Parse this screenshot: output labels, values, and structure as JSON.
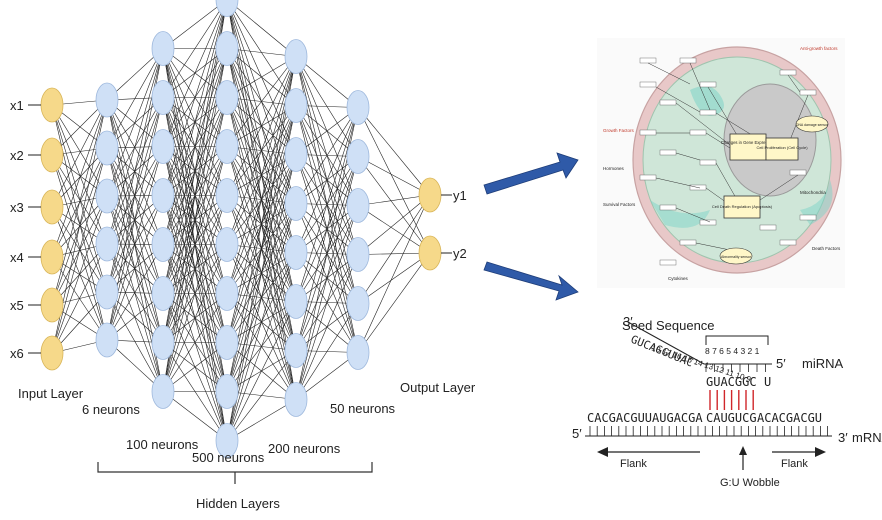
{
  "network": {
    "inputs": [
      "x1",
      "x2",
      "x3",
      "x4",
      "x5",
      "x6"
    ],
    "outputs": [
      "y1",
      "y2"
    ],
    "layer_labels": {
      "input": "Input Layer",
      "output": "Output Layer",
      "hidden_group": "Hidden Layers",
      "h1": "6 neurons",
      "h2": "100 neurons",
      "h3": "500 neurons",
      "h4": "200 neurons",
      "h5": "50 neurons"
    },
    "layer_node_counts": [
      6,
      6,
      8,
      10,
      8,
      6,
      2
    ],
    "colors": {
      "input_node": "#f6d98a",
      "hidden_node": "#cfe0f6",
      "output_node": "#f6d98a",
      "edge": "#222222"
    }
  },
  "arrows": {
    "color": "#2f5aa8"
  },
  "cell_diagram": {
    "labels": [
      "Growth Factors",
      "Hormones",
      "Survival Factors",
      "Cytokines",
      "Death Factors",
      "Anti-growth factors",
      "Changes in Gene Expression",
      "Cell Proliferation (Cell Cycle)",
      "Cell Death Regulation (Apoptosis)",
      "Mitochondria",
      "DNA damage sensor",
      "Abnormality sensor"
    ]
  },
  "mirna": {
    "mirna_five": "5′",
    "mirna_three": "3′",
    "mirna_label": "miRNA",
    "mrna_label": "mRNA",
    "mrna_five": "5′",
    "mrna_three": "3′",
    "seed_label": "Seed Sequence",
    "mirna_seq_tail": "GUCAGGUUAC",
    "mirna_seed": "GUACGGC",
    "mirna_end": "U",
    "numbers_left": "18 17 16 15 14 13 12 11 10 9",
    "numbers_seed": "8 7 6 5 4 3 2 1",
    "mrna_seq_left": "CACGACGUUAUGACGA",
    "mrna_seq_seed": "CAUGUCG",
    "mrna_seq_right": "ACACGACGU",
    "flank_left": "Flank",
    "flank_right": "Flank",
    "wobble": "G:U Wobble"
  }
}
